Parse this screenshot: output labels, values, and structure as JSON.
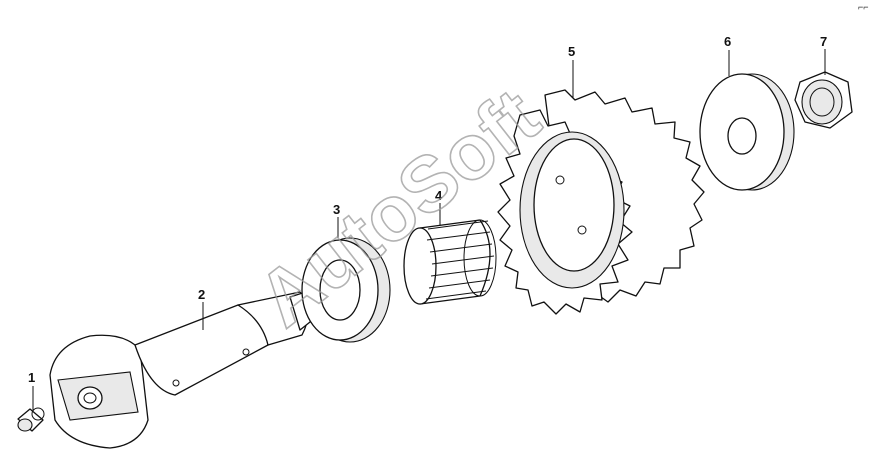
{
  "watermark": "AutoSoft",
  "corner_mark": "⌐⌐",
  "callouts": [
    {
      "id": "1",
      "part": "pin"
    },
    {
      "id": "2",
      "part": "shaft"
    },
    {
      "id": "3",
      "part": "thrust-washer"
    },
    {
      "id": "4",
      "part": "needle-bearing"
    },
    {
      "id": "5",
      "part": "gear"
    },
    {
      "id": "6",
      "part": "washer"
    },
    {
      "id": "7",
      "part": "nut"
    }
  ]
}
